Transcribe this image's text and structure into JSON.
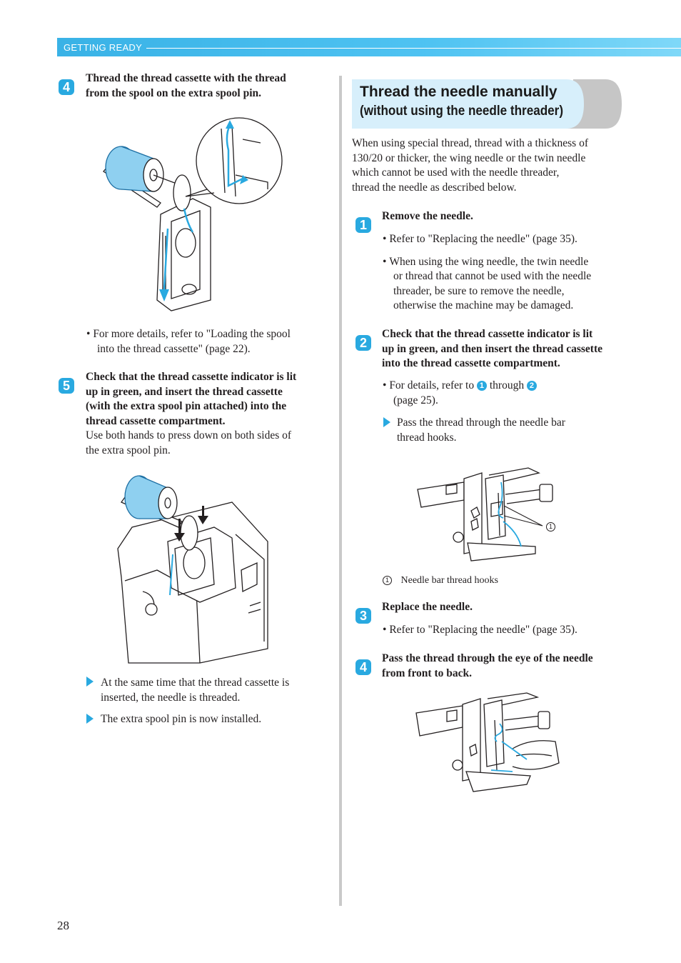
{
  "header": {
    "section": "GETTING READY"
  },
  "page_number": "28",
  "left": {
    "step4": {
      "num": "4",
      "title_l1": "Thread the thread cassette with the thread",
      "title_l2": "from the spool on the extra spool pin."
    },
    "note1_l1": "For more details, refer to \"Loading the spool",
    "note1_l2": "into the thread cassette\" (page 22).",
    "step5": {
      "num": "5",
      "title_l1": "Check that the thread cassette indicator is lit",
      "title_l2": "up in green, and insert the thread cassette",
      "title_l3": "(with the extra spool pin attached) into the",
      "title_l4": "thread cassette compartment.",
      "body_l1": "Use both hands to press down on both sides of",
      "body_l2": "the extra spool pin."
    },
    "result1_l1": "At the same time that the thread cassette is",
    "result1_l2": "inserted, the needle is threaded.",
    "result2": "The extra spool pin is now installed."
  },
  "right": {
    "title_main": "Thread the needle manually",
    "title_sub": "(without using the needle threader)",
    "intro_l1": "When using special thread, thread with a thickness of",
    "intro_l2": "130/20 or thicker, the wing needle or the twin needle",
    "intro_l3": "which cannot be used with the needle threader,",
    "intro_l4": "thread the needle as described below.",
    "step1": {
      "num": "1",
      "title": "Remove the needle.",
      "b1": "Refer to \"Replacing the needle\" (page 35).",
      "b2_l1": "When using the wing needle, the twin needle",
      "b2_l2": "or thread that cannot be used with the needle",
      "b2_l3": "threader, be sure to remove the needle,",
      "b2_l4": "otherwise the machine may be damaged."
    },
    "step2": {
      "num": "2",
      "title_l1": "Check that the thread cassette indicator is lit",
      "title_l2": "up in green, and then insert the thread cassette",
      "title_l3": "into the thread cassette compartment.",
      "b1_pre": "For details, refer to",
      "b1_ref1": "1",
      "b1_mid": "through",
      "b1_ref2": "2",
      "b1_l2": "(page 25).",
      "result_l1": "Pass the thread through the needle bar",
      "result_l2": "thread hooks."
    },
    "callout_num": "1",
    "caption_num": "1",
    "caption": "Needle bar thread hooks",
    "step3": {
      "num": "3",
      "title": "Replace the needle.",
      "b1": "Refer to \"Replacing the needle\" (page 35)."
    },
    "step4": {
      "num": "4",
      "title_l1": "Pass the thread through the eye of the needle",
      "title_l2": "from front to back."
    }
  },
  "colors": {
    "accent": "#29a9e0",
    "header": "#39b2e6",
    "title_bg": "#d7effb"
  }
}
